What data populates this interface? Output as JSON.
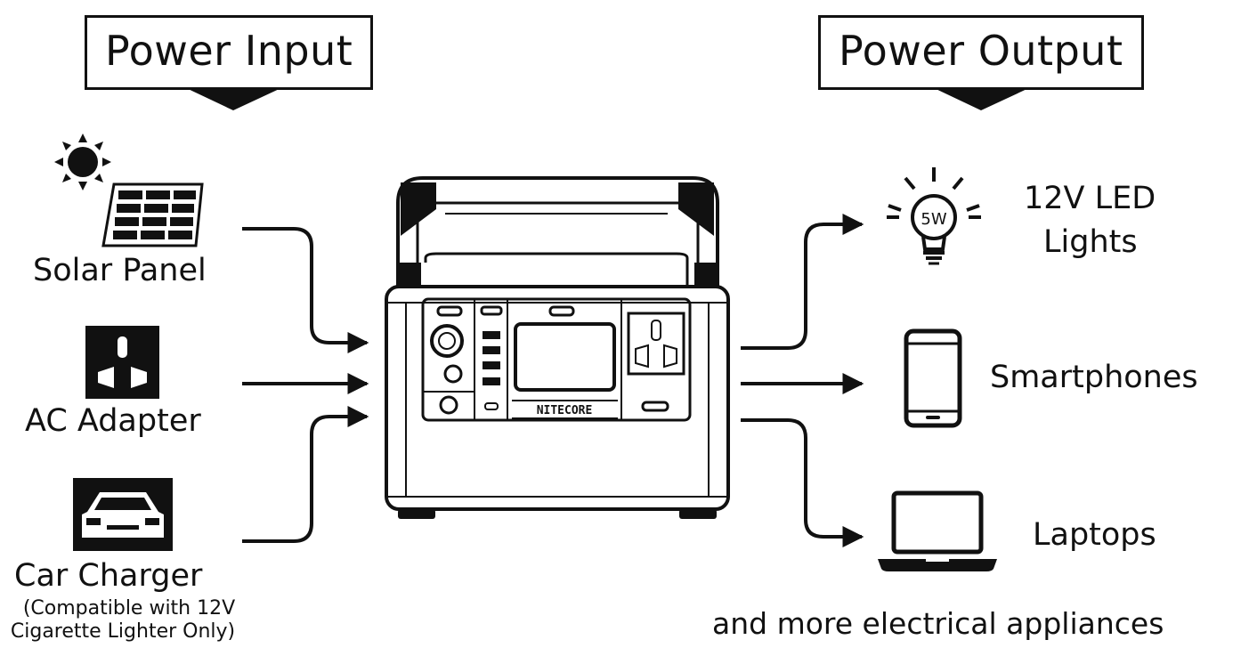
{
  "input": {
    "title": "Power Input",
    "sources": [
      {
        "label": "Solar Panel",
        "icon": "solar-panel-icon"
      },
      {
        "label": "AC Adapter",
        "icon": "ac-socket-icon"
      },
      {
        "label": "Car Charger",
        "note_line1": "(Compatible with 12V",
        "note_line2": "Cigarette Lighter Only)",
        "icon": "car-icon"
      }
    ]
  },
  "output": {
    "title": "Power Output",
    "devices": [
      {
        "label_line1": "12V LED",
        "label_line2": "Lights",
        "icon": "led-bulb-icon",
        "bulb_text": "5W"
      },
      {
        "label": "Smartphones",
        "icon": "smartphone-icon"
      },
      {
        "label": "Laptops",
        "icon": "laptop-icon"
      }
    ],
    "footer": "and more electrical appliances"
  },
  "device": {
    "name": "power-station",
    "brand": "NITECORE"
  }
}
